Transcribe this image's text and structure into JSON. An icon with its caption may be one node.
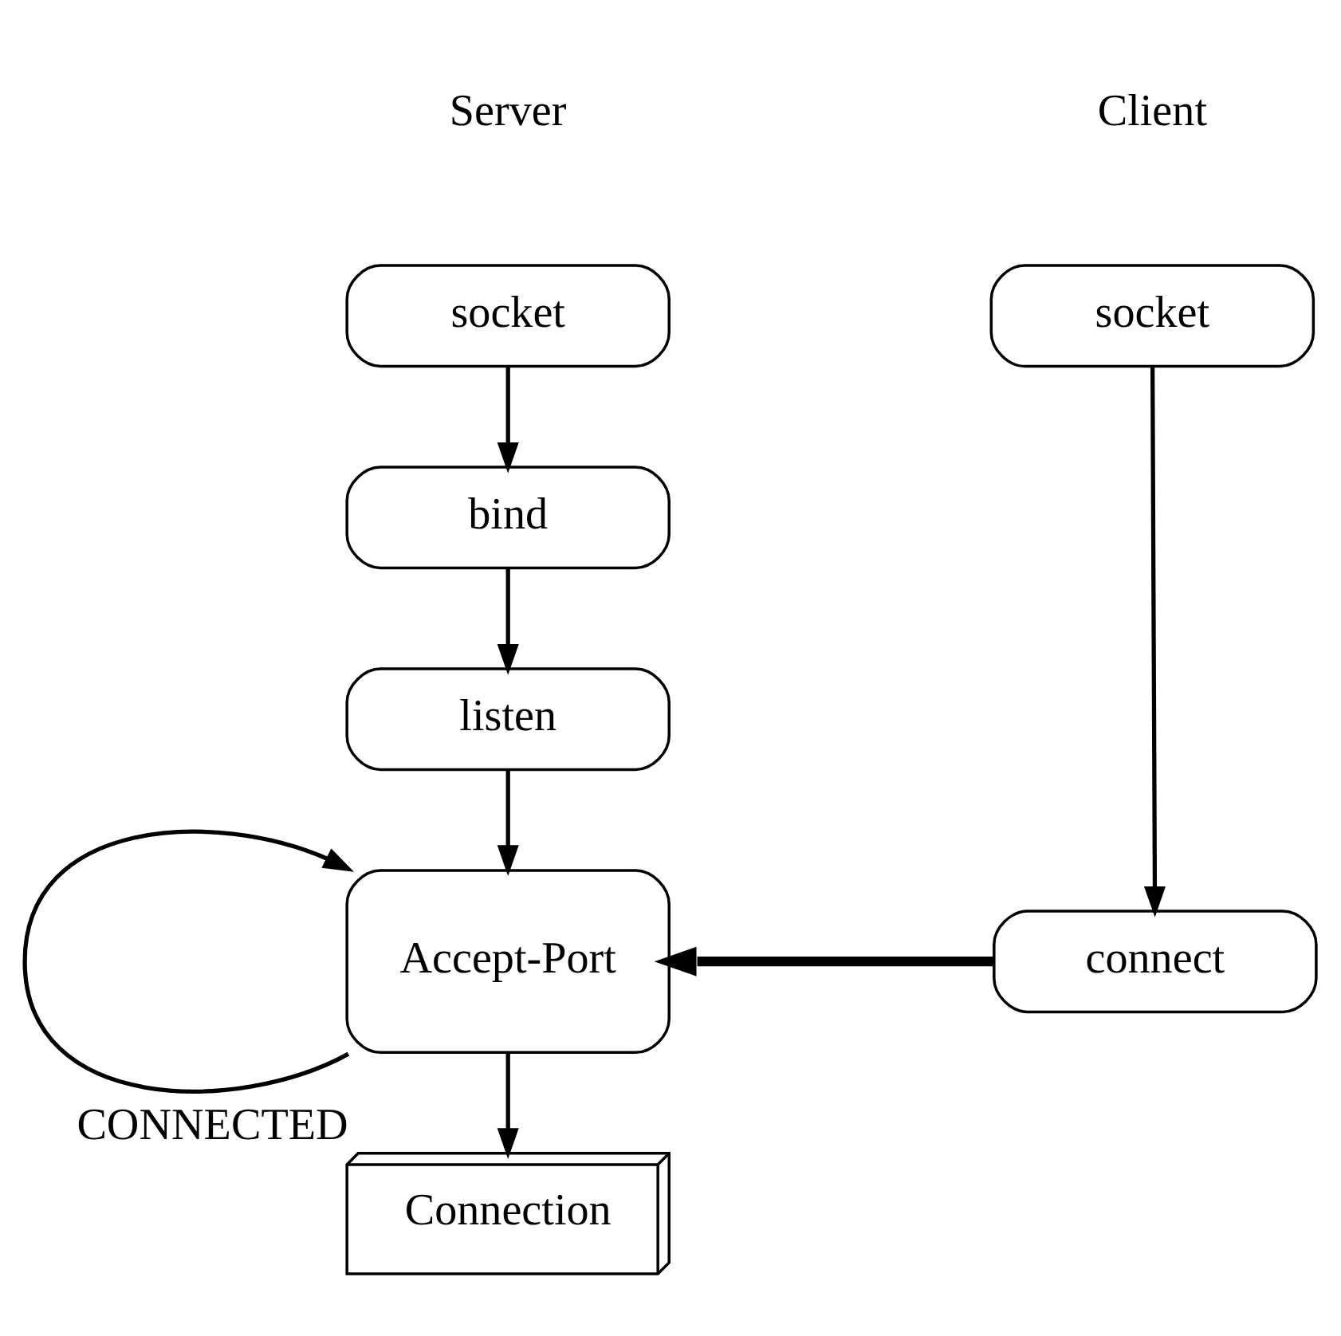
{
  "diagram": {
    "nodes": [
      {
        "text": [
          "socket"
        ]
      },
      {
        "text": [
          "bind"
        ]
      },
      {
        "text": [
          "listen"
        ]
      },
      {
        "text": [
          "Accept-Port"
        ]
      },
      {
        "text": [
          "Connection"
        ],
        "beside": [
          "CONNECTED"
        ]
      },
      {
        "text": [
          "socket"
        ]
      },
      {
        "text": [
          "connect"
        ]
      }
    ],
    "edges": [
      {
        "from": 0,
        "to": 1,
        "arrow": "to"
      },
      {
        "from": 1,
        "to": 2,
        "arrow": "to"
      },
      {
        "from": 2,
        "to": 3,
        "arrow": "to"
      },
      {
        "from": 3,
        "to": 3,
        "arrow": "to"
      },
      {
        "from": 3,
        "to": 4,
        "arrow": "to"
      },
      {
        "from": 5,
        "to": 6,
        "arrow": "to"
      },
      {
        "from": 6,
        "to": 3,
        "arrow": "to",
        "style": "thick"
      }
    ],
    "labels": [
      "Server",
      "Client"
    ]
  }
}
